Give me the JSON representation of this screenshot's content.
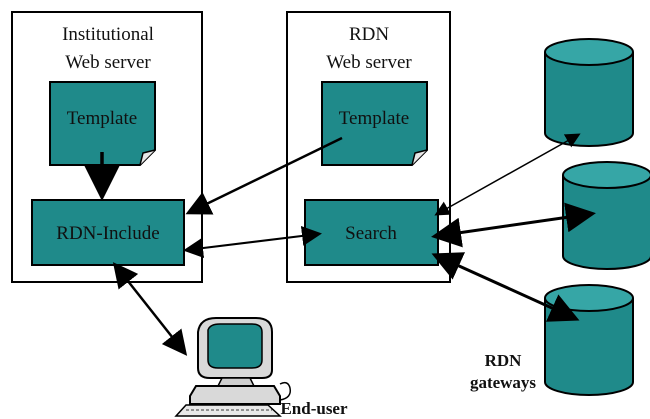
{
  "diagram": {
    "servers": {
      "institutional": {
        "title_line1": "Institutional",
        "title_line2": "Web server"
      },
      "rdn": {
        "title_line1": "RDN",
        "title_line2": "Web server"
      }
    },
    "boxes": {
      "template_left": "Template",
      "template_right": "Template",
      "rdn_include": "RDN-Include",
      "search": "Search"
    },
    "labels": {
      "gateways_line1": "RDN",
      "gateways_line2": "gateways",
      "end_user": "End-user"
    },
    "colors": {
      "teal": "#1f8a8a",
      "teal_dark": "#176e6e",
      "cylinder_top": "#36a6a6",
      "stroke": "#000000"
    }
  }
}
